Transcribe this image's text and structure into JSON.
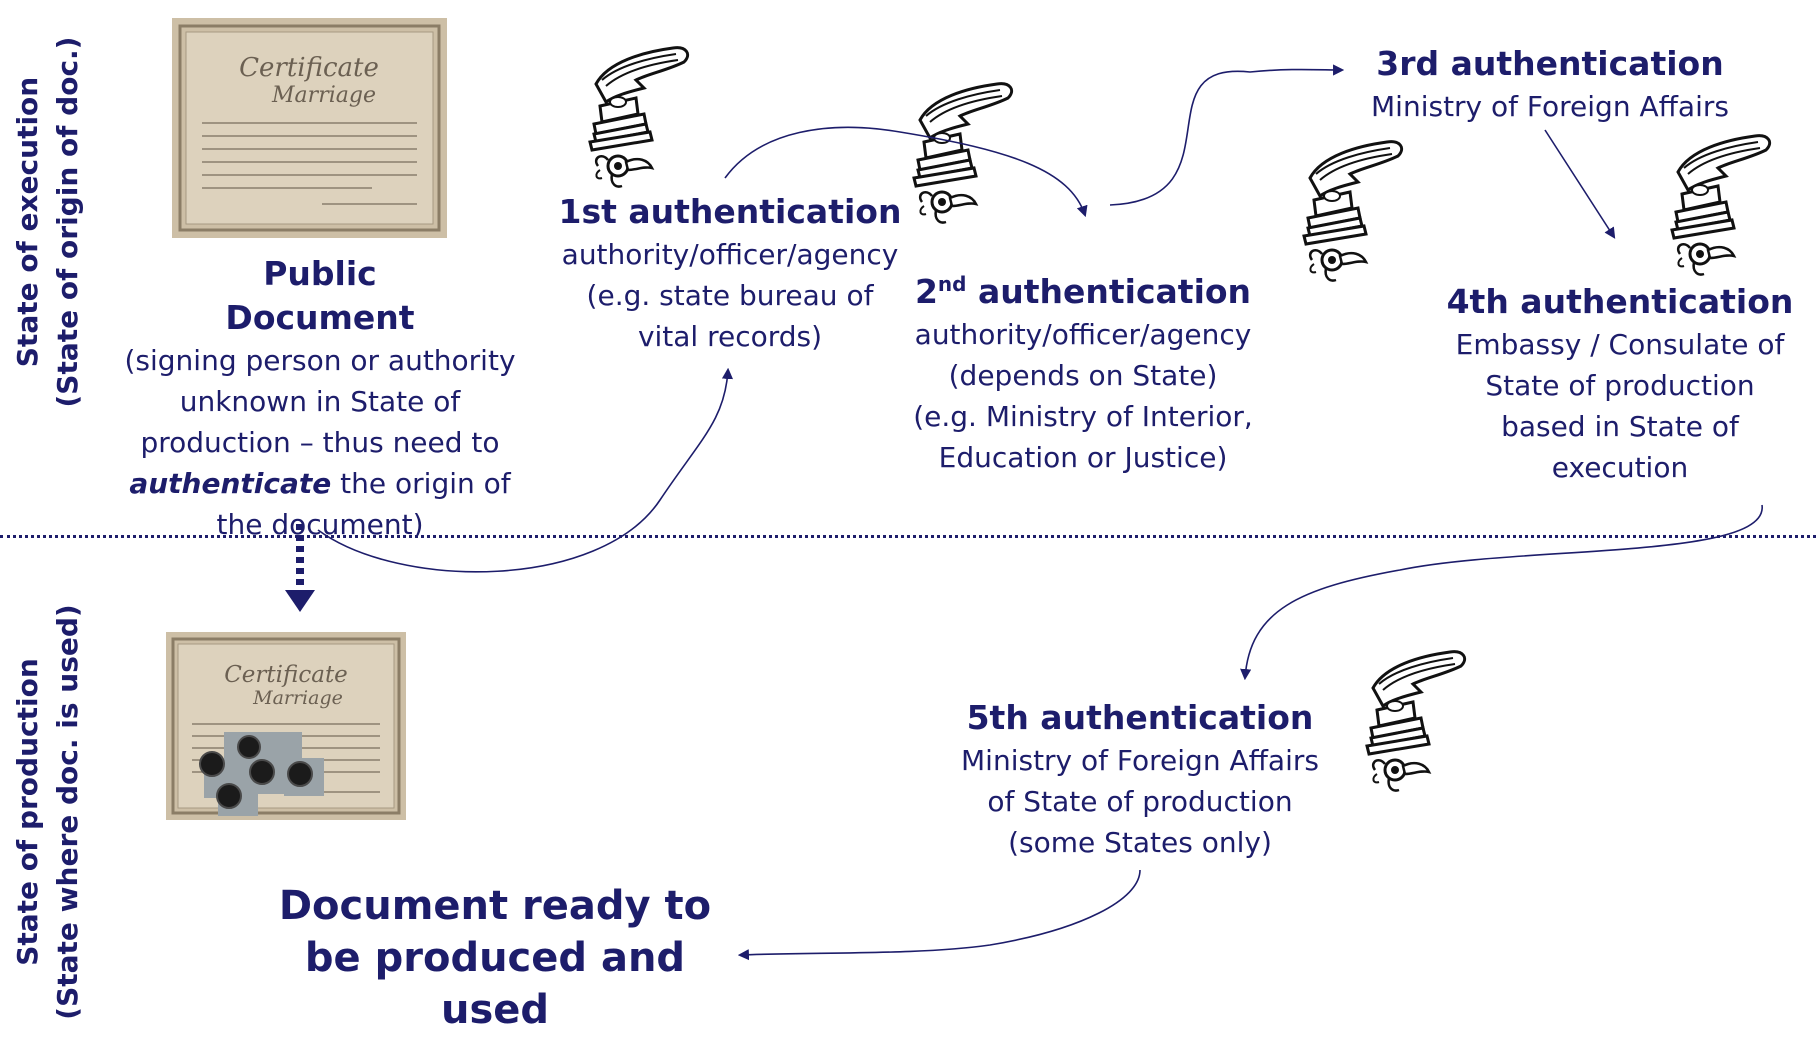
{
  "side_labels": {
    "top_line1": "State of execution",
    "top_line2": "(State of origin of doc.)",
    "bottom_line1": "State of production",
    "bottom_line2": "(State where doc. is used)"
  },
  "certificate": {
    "title_line1": "Certificate",
    "title_line2": "Marriage"
  },
  "public_document": {
    "title_line1": "Public",
    "title_line2": "Document",
    "desc_line1": "(signing person or authority",
    "desc_line2": "unknown in State of",
    "desc_line3": "production – thus need to",
    "desc_em": "authenticate",
    "desc_line4_rest": " the origin of",
    "desc_line5": "the document)"
  },
  "auth1": {
    "title": "1st authentication",
    "line1": "authority/officer/agency",
    "line2": "(e.g. state bureau of",
    "line3": "vital records)"
  },
  "auth2": {
    "title_num": "2",
    "title_sup": "nd",
    "title_rest": " authentication",
    "line1": "authority/officer/agency",
    "line2": "(depends on State)",
    "line3": "(e.g. Ministry of Interior,",
    "line4": "Education or Justice)"
  },
  "auth3": {
    "title": "3rd authentication",
    "line1": "Ministry of Foreign Affairs"
  },
  "auth4": {
    "title": "4th authentication",
    "line1": "Embassy / Consulate of",
    "line2": "State of production",
    "line3": "based in State of",
    "line4": "execution"
  },
  "auth5": {
    "title": "5th authentication",
    "line1": "Ministry of Foreign Affairs",
    "line2": "of State of production",
    "line3": "(some States only)"
  },
  "final": {
    "line1": "Document ready to",
    "line2": "be produced and",
    "line3": "used"
  },
  "colors": {
    "text": "#1d1d6b",
    "paper": "#cdbfa6"
  },
  "icons": [
    "notary-embosser-icon",
    "seal-ribbon-icon",
    "certificate-image",
    "stamp-seal-icon"
  ]
}
